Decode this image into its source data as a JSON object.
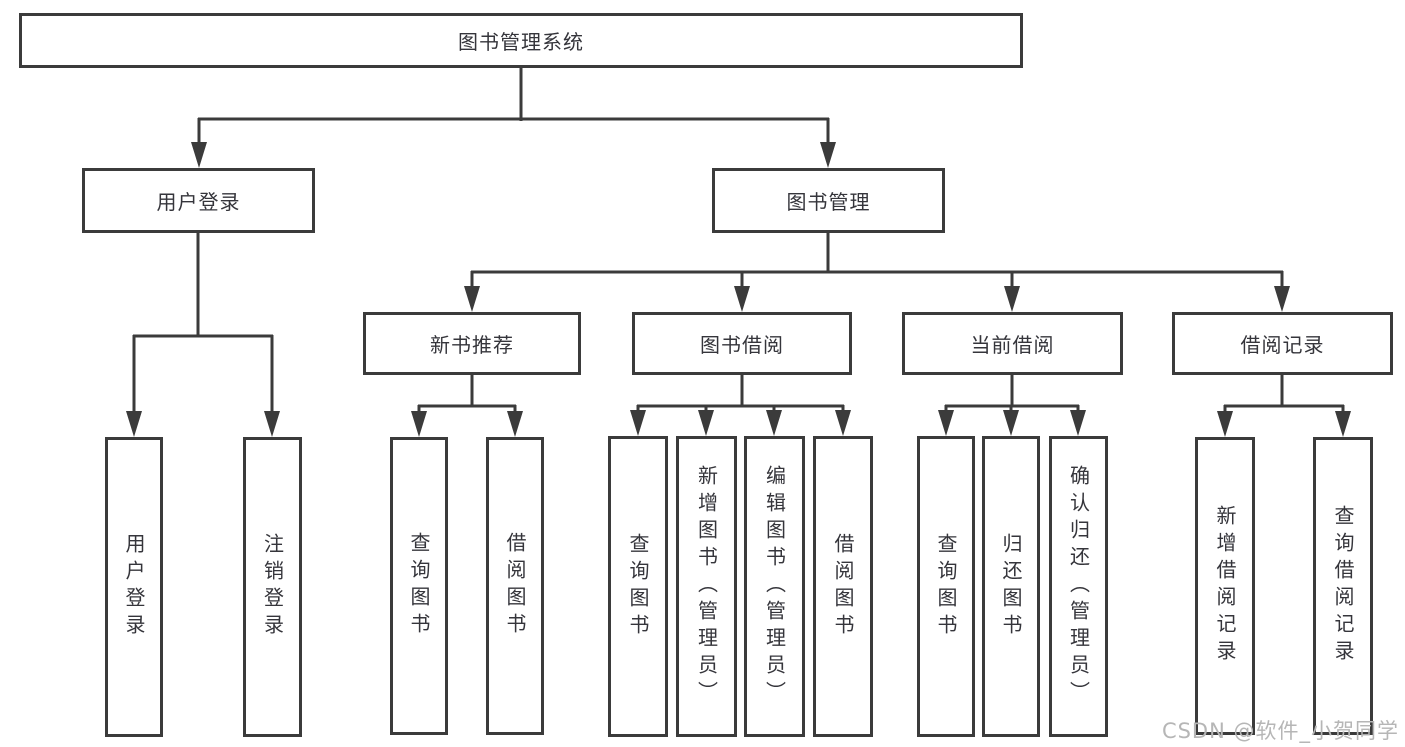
{
  "tree": {
    "root": {
      "label": "图书管理系统"
    },
    "level2": [
      {
        "label": "用户登录"
      },
      {
        "label": "图书管理"
      }
    ],
    "level3": [
      {
        "label": "新书推荐"
      },
      {
        "label": "图书借阅"
      },
      {
        "label": "当前借阅"
      },
      {
        "label": "借阅记录"
      }
    ],
    "leaves": {
      "user_login": [
        {
          "label": "用户登录"
        },
        {
          "label": "注销登录"
        }
      ],
      "new_book_recommend": [
        {
          "label": "查询图书"
        },
        {
          "label": "借阅图书"
        }
      ],
      "book_borrowing": [
        {
          "label": "查询图书"
        },
        {
          "label": "新增图书（管理员）"
        },
        {
          "label": "编辑图书（管理员）"
        },
        {
          "label": "借阅图书"
        }
      ],
      "current_borrowing": [
        {
          "label": "查询图书"
        },
        {
          "label": "归还图书"
        },
        {
          "label": "确认归还（管理员）"
        }
      ],
      "borrowing_records": [
        {
          "label": "新增借阅记录"
        },
        {
          "label": "查询借阅记录"
        }
      ]
    }
  },
  "watermark": {
    "text": "CSDN @软件_小贺同学"
  },
  "colors": {
    "line": "#3b3b3b",
    "box_border": "#3b3b3b",
    "text": "#35353b",
    "watermark": "#b6b6b6",
    "background": "#ffffff"
  }
}
